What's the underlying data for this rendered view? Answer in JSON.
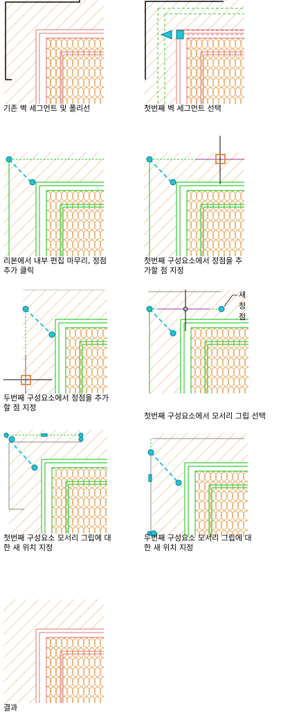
{
  "panels": [
    {
      "id": "p1",
      "caption": "기존 벽 세그먼트 및 폴리선"
    },
    {
      "id": "p2",
      "caption": "첫번째 벽 세그먼트 선택"
    },
    {
      "id": "p3",
      "caption": "리본에서 내부 편집 마무리, 정점\n추가 클릭"
    },
    {
      "id": "p4",
      "caption": "첫번째 구성요소에서 정점을 추\n가할 점 지정"
    },
    {
      "id": "p5",
      "caption": "두번째 구성요소에서 정점을 추가\n할 점 지정"
    },
    {
      "id": "p6",
      "caption": "첫번째 구성요소에서 모서리 그립 선택",
      "callout": "새 정점"
    },
    {
      "id": "p7",
      "caption": "첫번째 구성요소 모서리 그립에 대\n한 새 위치 지정"
    },
    {
      "id": "p8",
      "caption": "두번째 구성요소 모서리 그립에 대\n한 새 위치 지정"
    },
    {
      "id": "p9",
      "caption": "결과"
    }
  ],
  "colors": {
    "hatch": "#e8a060",
    "insulation": "#e8a050",
    "wall_edge": "#e07070",
    "selection": "#33cc33",
    "grip": "#22c4d8",
    "polyline": "#000000",
    "cursor_box": "#e07820",
    "tracking": "#993399"
  }
}
